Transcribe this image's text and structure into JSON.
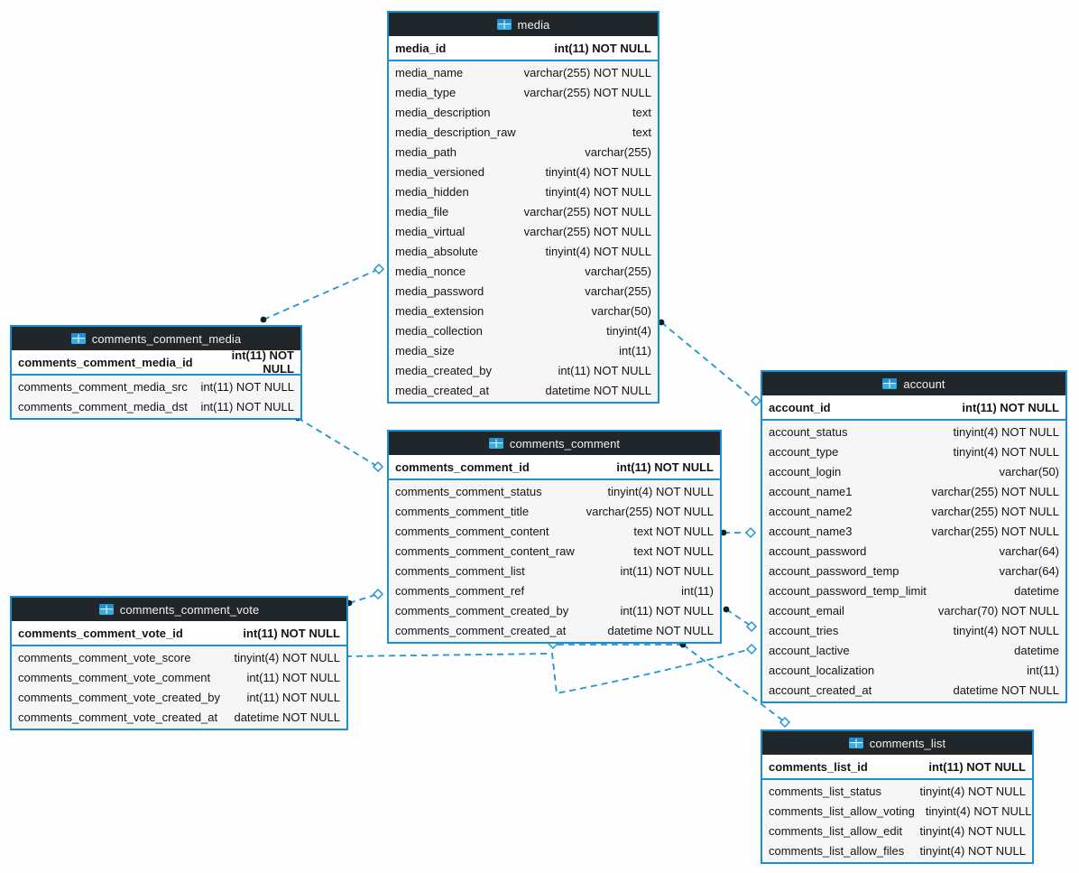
{
  "diagram": {
    "tables": [
      {
        "id": "media",
        "title": "media",
        "pk": {
          "name": "media_id",
          "type": "int(11) NOT NULL"
        },
        "columns": [
          {
            "name": "media_name",
            "type": "varchar(255) NOT NULL"
          },
          {
            "name": "media_type",
            "type": "varchar(255) NOT NULL"
          },
          {
            "name": "media_description",
            "type": "text"
          },
          {
            "name": "media_description_raw",
            "type": "text"
          },
          {
            "name": "media_path",
            "type": "varchar(255)"
          },
          {
            "name": "media_versioned",
            "type": "tinyint(4) NOT NULL"
          },
          {
            "name": "media_hidden",
            "type": "tinyint(4) NOT NULL"
          },
          {
            "name": "media_file",
            "type": "varchar(255) NOT NULL"
          },
          {
            "name": "media_virtual",
            "type": "varchar(255) NOT NULL"
          },
          {
            "name": "media_absolute",
            "type": "tinyint(4) NOT NULL"
          },
          {
            "name": "media_nonce",
            "type": "varchar(255)"
          },
          {
            "name": "media_password",
            "type": "varchar(255)"
          },
          {
            "name": "media_extension",
            "type": "varchar(50)"
          },
          {
            "name": "media_collection",
            "type": "tinyint(4)"
          },
          {
            "name": "media_size",
            "type": "int(11)"
          },
          {
            "name": "media_created_by",
            "type": "int(11) NOT NULL"
          },
          {
            "name": "media_created_at",
            "type": "datetime NOT NULL"
          }
        ]
      },
      {
        "id": "comments_comment_media",
        "title": "comments_comment_media",
        "pk": {
          "name": "comments_comment_media_id",
          "type": "int(11) NOT NULL"
        },
        "columns": [
          {
            "name": "comments_comment_media_src",
            "type": "int(11) NOT NULL"
          },
          {
            "name": "comments_comment_media_dst",
            "type": "int(11) NOT NULL"
          }
        ]
      },
      {
        "id": "comments_comment",
        "title": "comments_comment",
        "pk": {
          "name": "comments_comment_id",
          "type": "int(11) NOT NULL"
        },
        "columns": [
          {
            "name": "comments_comment_status",
            "type": "tinyint(4) NOT NULL"
          },
          {
            "name": "comments_comment_title",
            "type": "varchar(255) NOT NULL"
          },
          {
            "name": "comments_comment_content",
            "type": "text NOT NULL"
          },
          {
            "name": "comments_comment_content_raw",
            "type": "text NOT NULL"
          },
          {
            "name": "comments_comment_list",
            "type": "int(11) NOT NULL"
          },
          {
            "name": "comments_comment_ref",
            "type": "int(11)"
          },
          {
            "name": "comments_comment_created_by",
            "type": "int(11) NOT NULL"
          },
          {
            "name": "comments_comment_created_at",
            "type": "datetime NOT NULL"
          }
        ]
      },
      {
        "id": "comments_comment_vote",
        "title": "comments_comment_vote",
        "pk": {
          "name": "comments_comment_vote_id",
          "type": "int(11) NOT NULL"
        },
        "columns": [
          {
            "name": "comments_comment_vote_score",
            "type": "tinyint(4) NOT NULL"
          },
          {
            "name": "comments_comment_vote_comment",
            "type": "int(11) NOT NULL"
          },
          {
            "name": "comments_comment_vote_created_by",
            "type": "int(11) NOT NULL"
          },
          {
            "name": "comments_comment_vote_created_at",
            "type": "datetime NOT NULL"
          }
        ]
      },
      {
        "id": "account",
        "title": "account",
        "pk": {
          "name": "account_id",
          "type": "int(11) NOT NULL"
        },
        "columns": [
          {
            "name": "account_status",
            "type": "tinyint(4) NOT NULL"
          },
          {
            "name": "account_type",
            "type": "tinyint(4) NOT NULL"
          },
          {
            "name": "account_login",
            "type": "varchar(50)"
          },
          {
            "name": "account_name1",
            "type": "varchar(255) NOT NULL"
          },
          {
            "name": "account_name2",
            "type": "varchar(255) NOT NULL"
          },
          {
            "name": "account_name3",
            "type": "varchar(255) NOT NULL"
          },
          {
            "name": "account_password",
            "type": "varchar(64)"
          },
          {
            "name": "account_password_temp",
            "type": "varchar(64)"
          },
          {
            "name": "account_password_temp_limit",
            "type": "datetime"
          },
          {
            "name": "account_email",
            "type": "varchar(70) NOT NULL"
          },
          {
            "name": "account_tries",
            "type": "tinyint(4) NOT NULL"
          },
          {
            "name": "account_lactive",
            "type": "datetime"
          },
          {
            "name": "account_localization",
            "type": "int(11)"
          },
          {
            "name": "account_created_at",
            "type": "datetime NOT NULL"
          }
        ]
      },
      {
        "id": "comments_list",
        "title": "comments_list",
        "pk": {
          "name": "comments_list_id",
          "type": "int(11) NOT NULL"
        },
        "columns": [
          {
            "name": "comments_list_status",
            "type": "tinyint(4) NOT NULL"
          },
          {
            "name": "comments_list_allow_voting",
            "type": "tinyint(4) NOT NULL"
          },
          {
            "name": "comments_list_allow_edit",
            "type": "tinyint(4) NOT NULL"
          },
          {
            "name": "comments_list_allow_files",
            "type": "tinyint(4) NOT NULL"
          }
        ]
      }
    ],
    "relationships": [
      {
        "id": "ccm-media",
        "from": "comments_comment_media",
        "to": "media"
      },
      {
        "id": "ccm-comment",
        "from": "comments_comment_media",
        "to": "comments_comment"
      },
      {
        "id": "media-account",
        "from": "media",
        "to": "account"
      },
      {
        "id": "comment-account",
        "from": "comments_comment",
        "to": "account"
      },
      {
        "id": "vote-comment",
        "from": "comments_comment_vote",
        "to": "comments_comment"
      },
      {
        "id": "comment-self-ref",
        "from": "comments_comment",
        "to": "comments_comment"
      },
      {
        "id": "comment-account-2",
        "from": "comments_comment",
        "to": "account"
      },
      {
        "id": "vote-account",
        "from": "comments_comment_vote",
        "to": "account"
      },
      {
        "id": "comment-list",
        "from": "comments_comment",
        "to": "comments_list"
      }
    ],
    "colors": {
      "table_border": "#1791d0",
      "header_bg": "#20262a",
      "header_text": "#f2f2f2",
      "row_bg": "#f6f6f6",
      "pk_row_bg": "#ffffff",
      "connector": "#2196d3",
      "connector_dot": "#102027",
      "icon_fill": "#35aee3",
      "icon_header": "#1f8fd0"
    }
  }
}
